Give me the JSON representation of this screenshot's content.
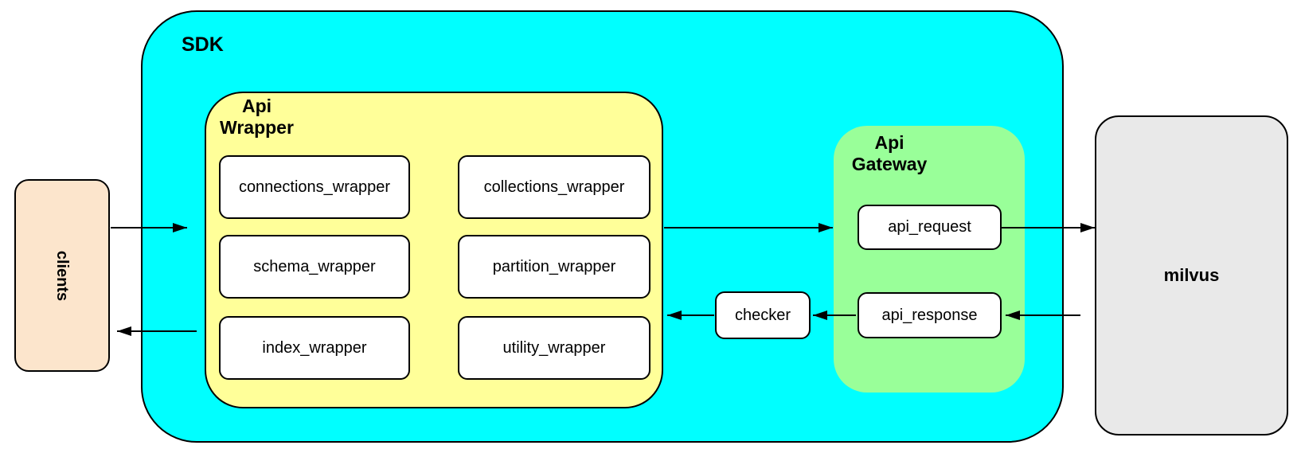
{
  "diagram": {
    "nodes": {
      "clients_label": "clients",
      "sdk_label": "SDK",
      "api_wrapper_label": "Api Wrapper",
      "api_gateway_label": "Api Gateway",
      "milvus_label": "milvus",
      "checker_label": "checker",
      "api_request_label": "api_request",
      "api_response_label": "api_response",
      "wrappers": [
        "connections_wrapper",
        "collections_wrapper",
        "schema_wrapper",
        "partition_wrapper",
        "index_wrapper",
        "utility_wrapper"
      ]
    },
    "connections": [
      {
        "from": "clients",
        "to": "SDK"
      },
      {
        "from": "SDK",
        "to": "clients"
      },
      {
        "from": "Api Wrapper",
        "to": "Api Gateway"
      },
      {
        "from": "api_request",
        "to": "milvus"
      },
      {
        "from": "milvus",
        "to": "api_response"
      },
      {
        "from": "api_response",
        "to": "checker"
      },
      {
        "from": "checker",
        "to": "Api Wrapper"
      }
    ],
    "colors": {
      "sdk_fill": "#00FFFF",
      "api_wrapper_fill": "#FFFF99",
      "api_gateway_fill": "#99FF99",
      "clients_fill": "#FCE5CC",
      "milvus_fill": "#E9E9E9",
      "inner_box_fill": "#FFFFFF",
      "border": "#000000"
    }
  }
}
